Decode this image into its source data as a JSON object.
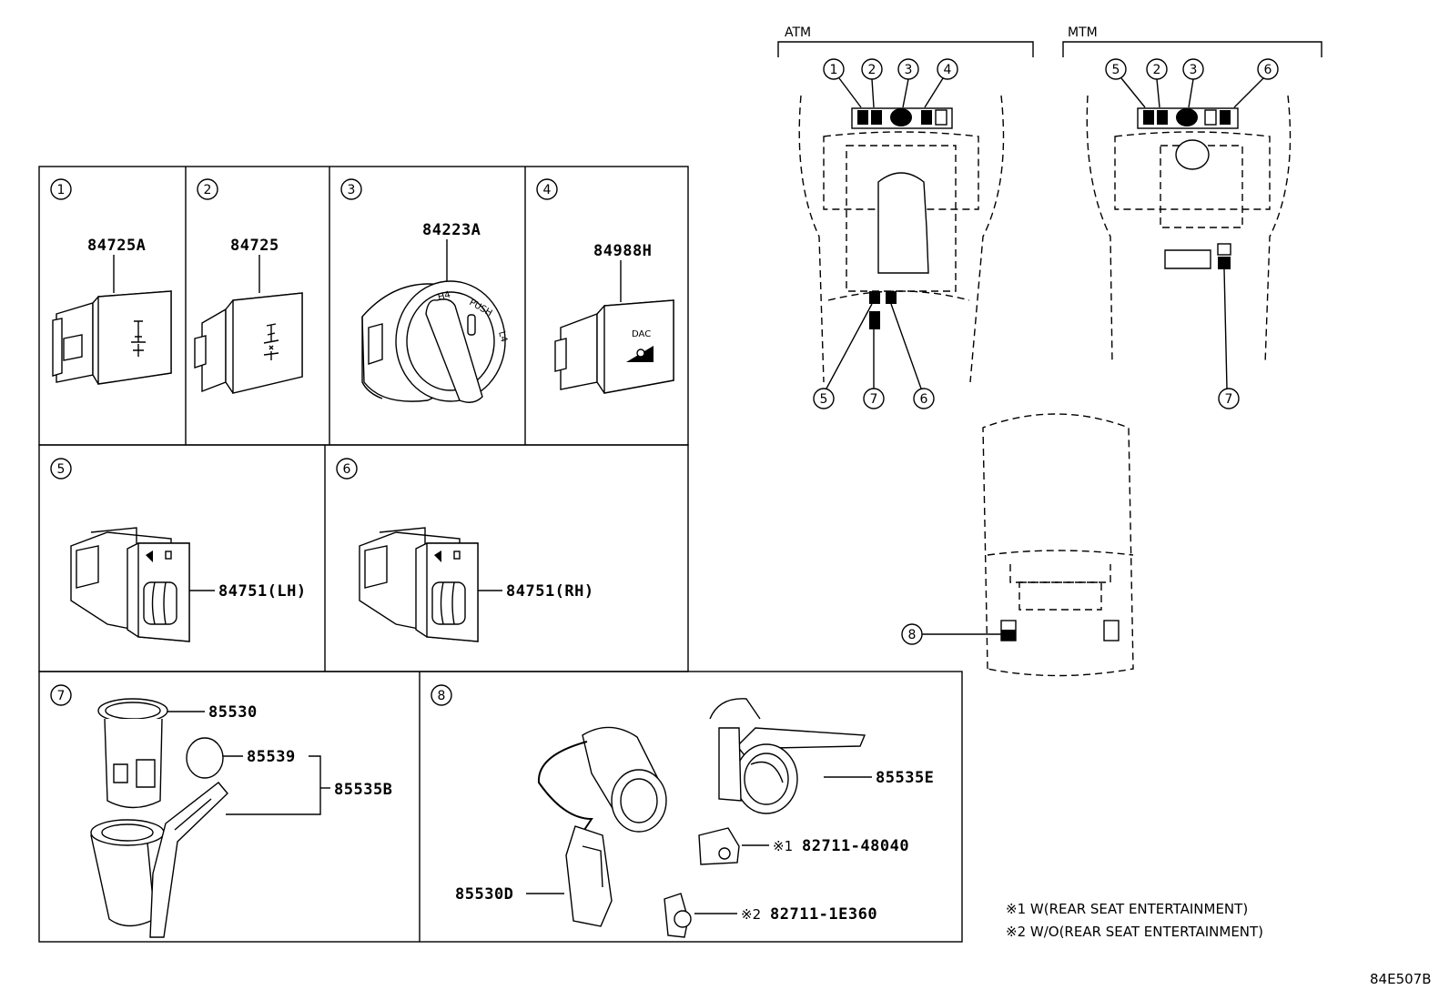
{
  "panels": {
    "p1": {
      "num": "1",
      "part": "84725A"
    },
    "p2": {
      "num": "2",
      "part": "84725"
    },
    "p3": {
      "num": "3",
      "part": "84223A"
    },
    "p4": {
      "num": "4",
      "part": "84988H",
      "dac_label": "DAC"
    },
    "p5": {
      "num": "5",
      "part": "84751(LH)"
    },
    "p6": {
      "num": "6",
      "part": "84751(RH)"
    },
    "p7": {
      "num": "7",
      "part_a": "85530",
      "part_b": "85539",
      "part_c": "85535B"
    },
    "p8": {
      "num": "8",
      "part_a": "85535E",
      "part_b": "85530D",
      "part_c": "82711-48040",
      "part_d": "82711-1E360",
      "mark_c": "※1",
      "mark_d": "※2"
    }
  },
  "knob_labels": {
    "h4": "H4",
    "push": "PUSH",
    "l4": "L4"
  },
  "atm": {
    "title": "ATM",
    "top_callouts": [
      "1",
      "2",
      "3",
      "4"
    ],
    "bottom_callouts": [
      "5",
      "7",
      "6"
    ]
  },
  "mtm": {
    "title": "MTM",
    "top_callouts": [
      "5",
      "2",
      "3",
      "6"
    ],
    "bottom_callout": "7"
  },
  "console_callout": "8",
  "notes": [
    "※1 W(REAR SEAT ENTERTAINMENT)",
    "※2 W/O(REAR SEAT ENTERTAINMENT)"
  ],
  "diagram_id": "84E507B"
}
